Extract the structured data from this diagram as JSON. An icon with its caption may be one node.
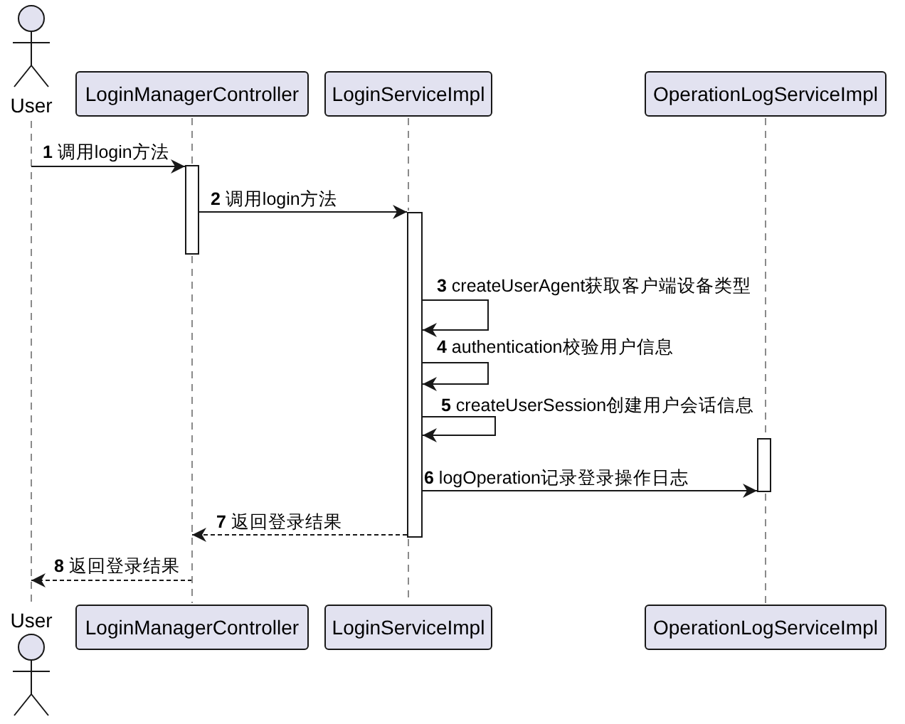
{
  "diagram": {
    "nodes": [
      {
        "text": [
          "User"
        ]
      },
      {
        "text": [
          "LoginManagerController"
        ]
      },
      {
        "text": [
          "LoginServiceImpl"
        ]
      },
      {
        "text": [
          "OperationLogServiceImpl"
        ]
      },
      {
        "text": [
          "User"
        ]
      },
      {
        "text": [
          "LoginManagerController"
        ]
      },
      {
        "text": [
          "LoginServiceImpl"
        ]
      },
      {
        "text": [
          "OperationLogServiceImpl"
        ]
      },
      {
        "text": [],
        "shape": "bar"
      },
      {
        "text": [],
        "shape": "bar"
      },
      {
        "text": [],
        "shape": "bar"
      }
    ],
    "edges": [
      {
        "from": 0,
        "to": 4,
        "arrow": "none",
        "style": "dashed",
        "color": "#8a8a8a"
      },
      {
        "from": 1,
        "to": 8,
        "arrow": "none",
        "style": "dashed",
        "color": "#8a8a8a"
      },
      {
        "from": 2,
        "to": 9,
        "arrow": "none",
        "style": "dashed",
        "color": "#8a8a8a"
      },
      {
        "from": 3,
        "to": 10,
        "arrow": "none",
        "style": "dashed",
        "color": "#8a8a8a"
      },
      {
        "from": 0,
        "to": 8,
        "arrow": "to",
        "label": "**1** 调用login方法"
      },
      {
        "from": 8,
        "to": 9,
        "arrow": "to",
        "label": "**2** 调用login方法"
      },
      {
        "from": 9,
        "to": 9,
        "arrow": "to",
        "label": "**3** createUserAgent获取客户端设备类型"
      },
      {
        "from": 9,
        "to": 9,
        "arrow": "to",
        "label": "**4** authentication校验用户信息"
      },
      {
        "from": 9,
        "to": 9,
        "arrow": "to",
        "label": "**5** createUserSession创建用户会话信息"
      },
      {
        "from": 9,
        "to": 10,
        "arrow": "to",
        "label": "**6** logOperation记录登录操作日志"
      },
      {
        "from": 9,
        "to": null,
        "arrow": "to",
        "label": "**7** 返回登录结果",
        "style": "dashed"
      },
      {
        "from": null,
        "to": 4,
        "arrow": "to",
        "label": "**8** 返回登录结果",
        "style": "dashed"
      },
      {
        "from": 8,
        "to": 5,
        "arrow": "none",
        "style": "dashed",
        "color": "#8a8a8a"
      },
      {
        "from": 9,
        "to": 6,
        "arrow": "none",
        "style": "dashed",
        "color": "#8a8a8a"
      },
      {
        "from": 10,
        "to": 7,
        "arrow": "none",
        "style": "dashed",
        "color": "#8a8a8a"
      }
    ]
  }
}
